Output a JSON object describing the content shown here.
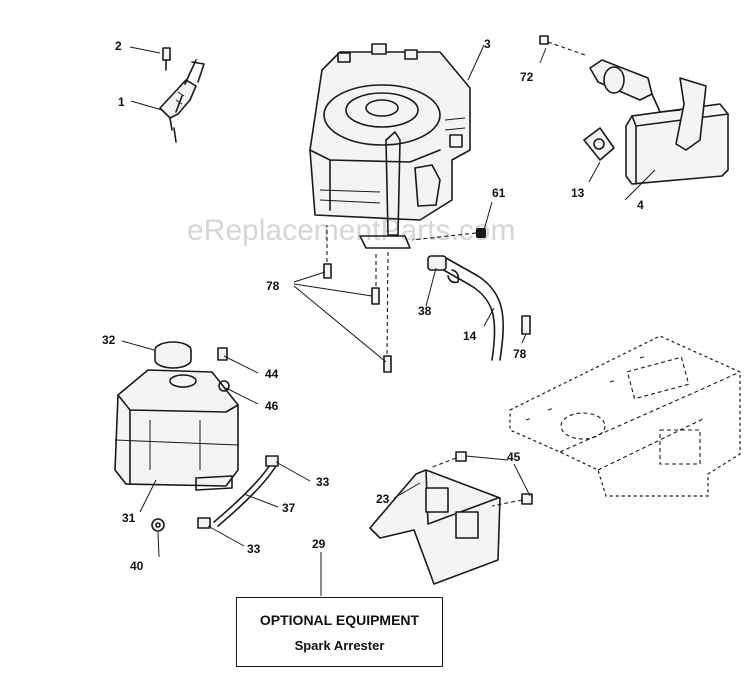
{
  "watermark": "eReplacementParts.com",
  "callouts": {
    "c1": "1",
    "c2": "2",
    "c3": "3",
    "c4": "4",
    "c13": "13",
    "c14": "14",
    "c23": "23",
    "c29": "29",
    "c31": "31",
    "c32": "32",
    "c33a": "33",
    "c33b": "33",
    "c37": "37",
    "c38": "38",
    "c40": "40",
    "c44": "44",
    "c45": "45",
    "c46": "46",
    "c61": "61",
    "c72": "72",
    "c78a": "78",
    "c78b": "78"
  },
  "optional_box": {
    "title": "OPTIONAL EQUIPMENT",
    "item": "Spark Arrester"
  }
}
